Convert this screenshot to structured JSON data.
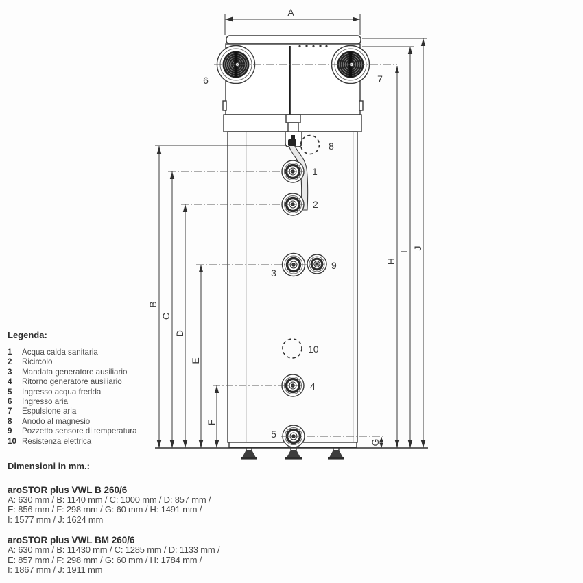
{
  "diagram": {
    "dim_labels": {
      "A": "A",
      "B": "B",
      "C": "C",
      "D": "D",
      "E": "E",
      "F": "F",
      "G": "G",
      "H": "H",
      "I": "I",
      "J": "J"
    },
    "callouts": {
      "n1": "1",
      "n2": "2",
      "n3": "3",
      "n4": "4",
      "n5": "5",
      "n6": "6",
      "n7": "7",
      "n8": "8",
      "n9": "9",
      "n10": "10"
    }
  },
  "legend": {
    "title": "Legenda:",
    "items": [
      {
        "num": "1",
        "label": "Acqua calda sanitaria"
      },
      {
        "num": "2",
        "label": "Ricircolo"
      },
      {
        "num": "3",
        "label": "Mandata generatore ausiliario"
      },
      {
        "num": "4",
        "label": "Ritorno generatore ausiliario"
      },
      {
        "num": "5",
        "label": "Ingresso acqua fredda"
      },
      {
        "num": "6",
        "label": "Ingresso aria"
      },
      {
        "num": "7",
        "label": "Espulsione aria"
      },
      {
        "num": "8",
        "label": "Anodo al magnesio"
      },
      {
        "num": "9",
        "label": "Pozzetto sensore di temperatura"
      },
      {
        "num": "10",
        "label": "Resistenza elettrica"
      }
    ]
  },
  "dimensions": {
    "title": "Dimensioni in mm.:",
    "models": [
      {
        "name": "aroSTOR plus VWL B 260/6",
        "lines": [
          "A: 630 mm / B: 1140 mm / C: 1000 mm / D: 857 mm /",
          "E: 856 mm / F: 298 mm / G: 60 mm / H: 1491 mm /",
          "I: 1577 mm / J: 1624 mm"
        ]
      },
      {
        "name": "aroSTOR plus VWL BM 260/6",
        "lines": [
          "A: 630 mm / B: 11430 mm / C: 1285 mm / D: 1133 mm /",
          "E: 857 mm / F: 298 mm / G: 60 mm / H: 1784 mm /",
          "I: 1867 mm / J: 1911 mm"
        ]
      }
    ]
  }
}
